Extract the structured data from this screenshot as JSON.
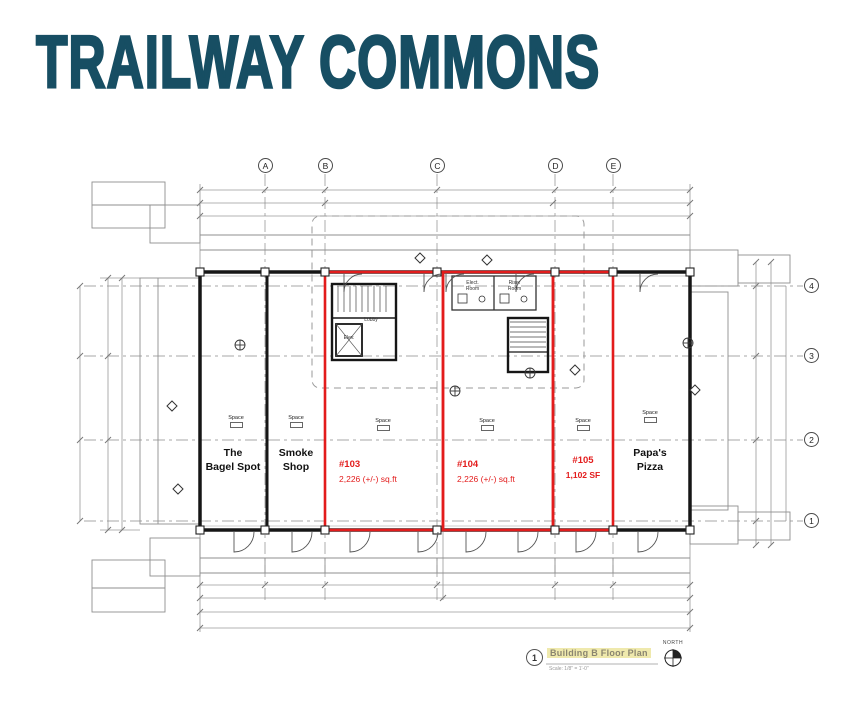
{
  "page": {
    "title": "TRAILWAY COMMONS"
  },
  "colors": {
    "title": "#174e63",
    "red": "#e31c1c",
    "caption_bg": "#efe9ad"
  },
  "plan": {
    "grid_columns": [
      "A",
      "B",
      "C",
      "D",
      "E"
    ],
    "grid_rows": [
      "4",
      "3",
      "2",
      "1"
    ],
    "units": [
      {
        "name": "The\nBagel Spot"
      },
      {
        "name": "Smoke\nShop"
      },
      {
        "number": "#103",
        "area": "2,226 (+/-) sq.ft"
      },
      {
        "number": "#104",
        "area": "2,226 (+/-) sq.ft"
      },
      {
        "number": "#105",
        "area": "1,102 SF"
      },
      {
        "name": "Papa's\nPizza"
      }
    ],
    "room_labels": {
      "space": "Space",
      "lobby": "Lobby",
      "elevator": "Elev.",
      "electrical_room": "Elect.\nRoom",
      "riser_room": "Riser\nRoom"
    },
    "footer": {
      "detail_number": "1",
      "caption": "Building B Floor Plan",
      "scale_note": "Scale: 1/8\" = 1'-0\"",
      "north": "NORTH"
    }
  }
}
